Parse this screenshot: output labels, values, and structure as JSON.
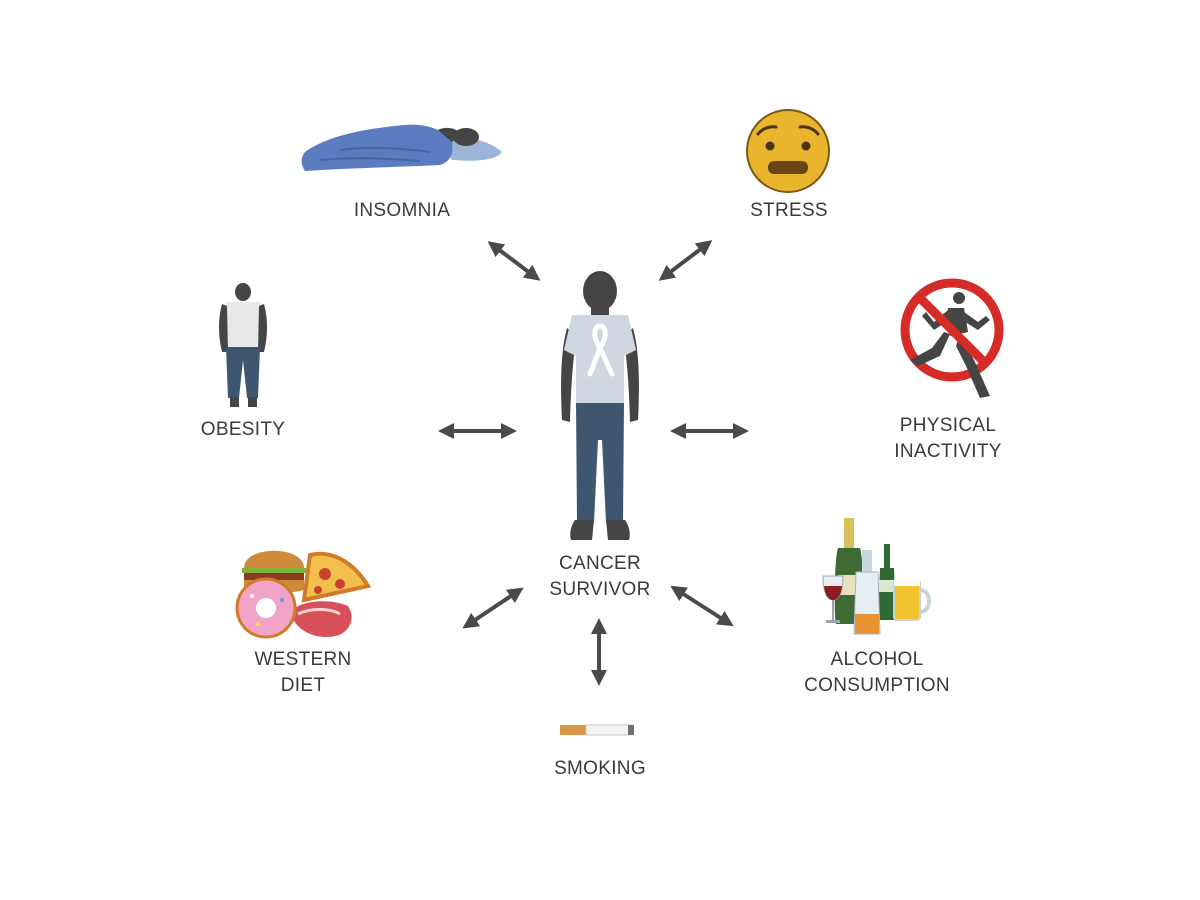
{
  "center": {
    "line1": "CANCER",
    "line2": "SURVIVOR"
  },
  "factors": {
    "insomnia": "INSOMNIA",
    "stress": "STRESS",
    "obesity": "OBESITY",
    "physical_inactivity": {
      "line1": "PHYSICAL",
      "line2": "INACTIVITY"
    },
    "western_diet": {
      "line1": "WESTERN",
      "line2": "DIET"
    },
    "alcohol": {
      "line1": "ALCOHOL",
      "line2": "CONSUMPTION"
    },
    "smoking": "SMOKING"
  },
  "colors": {
    "arrow": "#4a4a4a",
    "skin": "#454545",
    "shirt": "#cfd6df",
    "jeans": "#3f5671",
    "blanket": "#5b7cc0",
    "emoji": "#e8b52c",
    "prohibit": "#d62b27"
  },
  "icons": [
    "sleeping-person-icon",
    "worried-face-icon",
    "person-silhouette-icon",
    "no-running-icon",
    "fast-food-icon",
    "bottles-icon",
    "cigarette-icon",
    "awareness-ribbon-icon"
  ]
}
